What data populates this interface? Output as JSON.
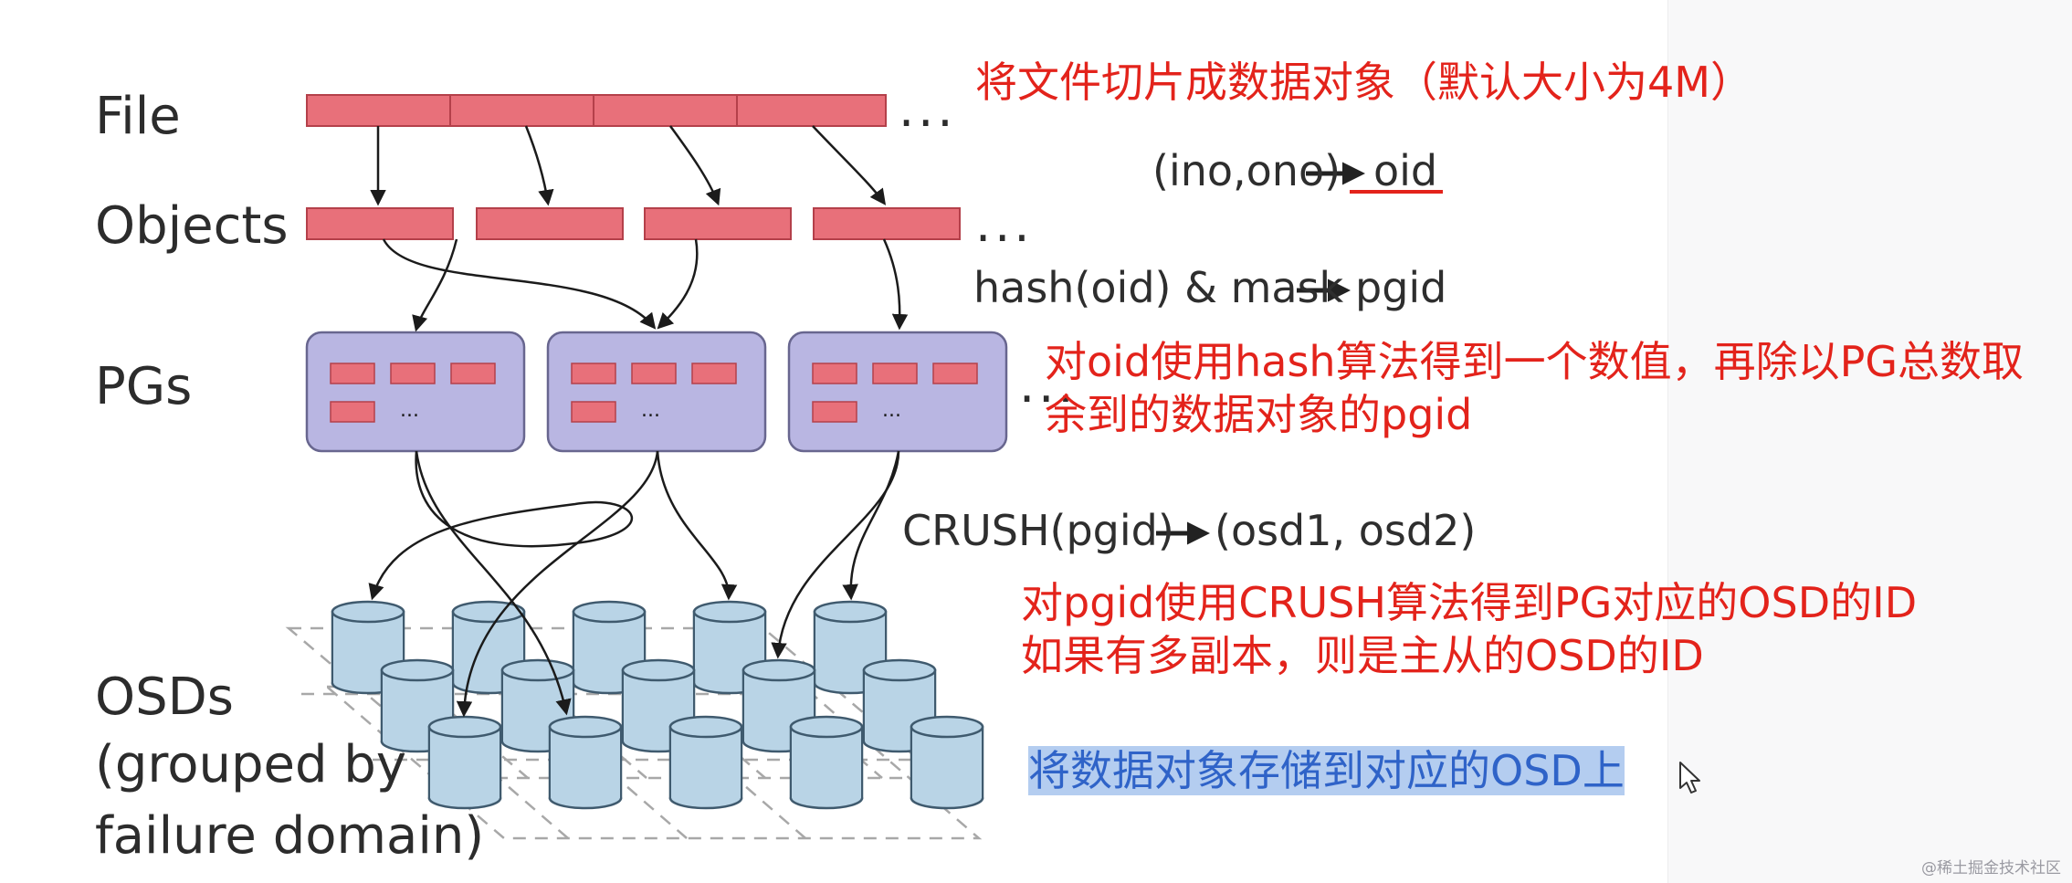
{
  "stages": {
    "file": "File",
    "objects": "Objects",
    "pgs": "PGs",
    "osds_line1": "OSDs",
    "osds_line2": "(grouped by",
    "osds_line3": "failure domain)"
  },
  "continuation": "...",
  "pg_box_ellipsis": "...",
  "equations": {
    "oid": {
      "left": "(ino,ono)",
      "right": "oid"
    },
    "pgid": {
      "left": "hash(oid) & mask",
      "right": "pgid"
    },
    "crush": {
      "left": "CRUSH(pgid)",
      "right": "(osd1, osd2)"
    }
  },
  "notes": {
    "split": "将文件切片成数据对象（默认大小为4M）",
    "hash_line1": "对oid使用hash算法得到一个数值，再除以PG总数取",
    "hash_line2": "余到的数据对象的pgid",
    "crush_line1": "对pgid使用CRUSH算法得到PG对应的OSD的ID",
    "crush_line2": "如果有多副本，则是主从的OSD的ID",
    "store": "将数据对象存储到对应的OSD上"
  },
  "watermark": "@稀土掘金技术社区",
  "icons": [
    "arrow-icon",
    "cursor-icon"
  ],
  "colors": {
    "object_fill": "#e8707a",
    "object_stroke": "#b4404a",
    "pg_fill": "#b9b6e2",
    "pg_stroke": "#68668f",
    "osd_fill": "#b9d4e6",
    "osd_stroke": "#3f5a6e",
    "annotation": "#e3231b",
    "highlight_bg": "#b4cdf0",
    "highlight_text": "#2f63c8"
  }
}
